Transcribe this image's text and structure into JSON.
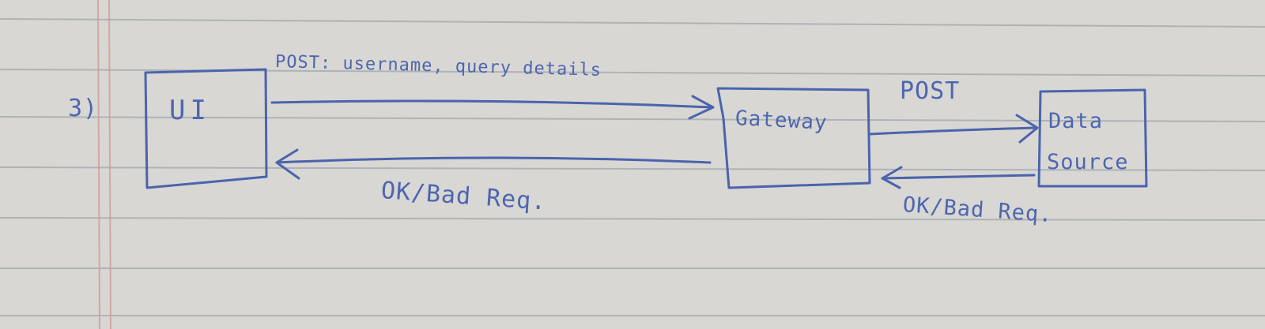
{
  "diagram": {
    "step_label": "3)",
    "nodes": {
      "ui": {
        "label": "UI"
      },
      "gateway": {
        "label": "Gateway"
      },
      "data_source": {
        "line1": "Data",
        "line2": "Source"
      }
    },
    "edges": {
      "ui_to_gateway": "POST: username, query details",
      "gateway_to_ui": "OK/Bad Req.",
      "gateway_to_source": "POST",
      "source_to_gateway": "OK/Bad Req."
    }
  },
  "colors": {
    "paper": "#d9d8d4",
    "ruling_line": "#a9b0b6",
    "margin_line": "#d9a0a0",
    "ink": "#4a64ad"
  }
}
